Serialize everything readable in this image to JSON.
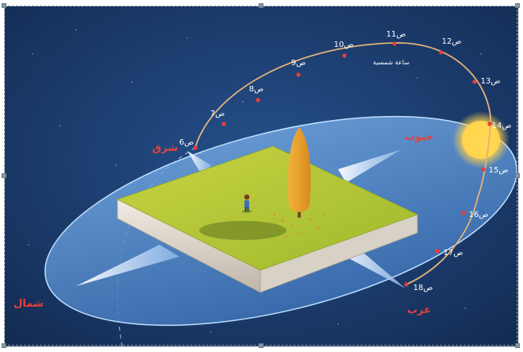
{
  "directions": {
    "east": "شرق",
    "south": "جنوب",
    "west": "غرب",
    "north": "شمال"
  },
  "sun_path_label": "ساعة شمسية",
  "hours": [
    {
      "num": "6",
      "unit": "ص"
    },
    {
      "num": "7",
      "unit": "ص"
    },
    {
      "num": "8",
      "unit": "ص"
    },
    {
      "num": "9",
      "unit": "ص"
    },
    {
      "num": "10",
      "unit": "ص"
    },
    {
      "num": "11",
      "unit": "ص"
    },
    {
      "num": "12",
      "unit": "ص"
    },
    {
      "num": "13",
      "unit": "ص"
    },
    {
      "num": "14",
      "unit": "ص"
    },
    {
      "num": "15",
      "unit": "ص"
    },
    {
      "num": "16",
      "unit": "ص"
    },
    {
      "num": "17",
      "unit": "ص"
    },
    {
      "num": "18",
      "unit": "ص"
    }
  ],
  "colors": {
    "sky": "#18325e",
    "sky_light": "#234a82",
    "disc": "#7fb0e6",
    "disc_edge": "#bfe0ff",
    "grass": "#b9c93a",
    "tree": "#e7a02b",
    "sun": "#ffd24a",
    "arc": "#e3b27a",
    "dot": "#e8403a",
    "direction_text": "#e8403a"
  }
}
